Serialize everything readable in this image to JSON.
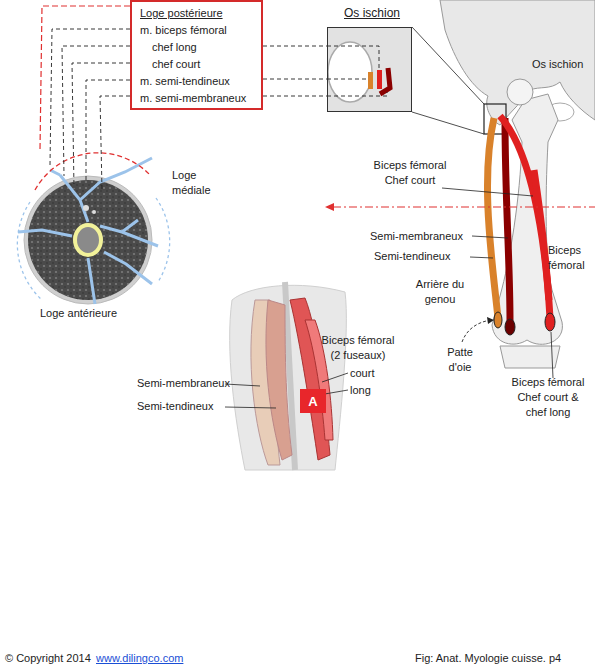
{
  "diagram": {
    "nodes": [
      {
        "text": [
          "Loge postérieure",
          "m. biceps fémoral",
          "chef long",
          "chef court",
          "m. semi-tendineux",
          "m. semi-membraneux"
        ]
      },
      {
        "text": [
          "Os ischion"
        ]
      },
      {
        "text": [
          "A"
        ]
      }
    ],
    "edges": [
      {
        "from": 0,
        "to": 1,
        "arrow": "none"
      },
      {
        "from": 0,
        "to": 1,
        "arrow": "none"
      },
      {
        "from": 0,
        "to": 1,
        "arrow": "none"
      }
    ],
    "labels": [
      "Os ischion",
      "Loge médiale",
      "Loge antérieure",
      "Biceps fémoral Chef court",
      "Semi-membraneux",
      "Semi-tendineux",
      "Biceps fémoral",
      "Arrière du genou",
      "Patte d'oie",
      "Biceps fémoral Chef court & chef long",
      "Biceps fémoral (2 fuseaux)",
      "court",
      "long",
      "Semi-membraneux",
      "Semi-tendineux",
      "© Copyright 2014",
      "www.dilingco.com",
      "Fig:  Anat. Myologie cuisse. p4"
    ]
  }
}
